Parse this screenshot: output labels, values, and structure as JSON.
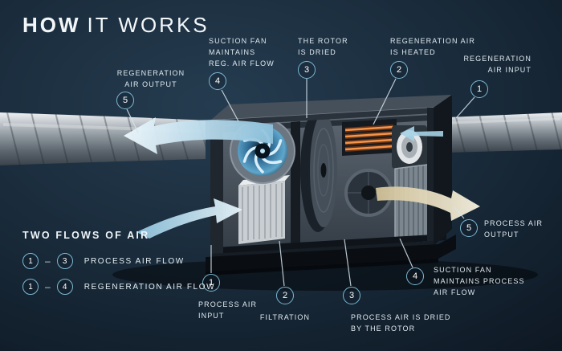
{
  "title": {
    "bold": "HOW",
    "rest": "IT WORKS"
  },
  "top_callouts": [
    {
      "num": "5",
      "label": "REGENERATION\nAIR OUTPUT"
    },
    {
      "num": "4",
      "label": "SUCTION FAN\nMAINTAINS\nREG. AIR FLOW"
    },
    {
      "num": "3",
      "label": "THE ROTOR\nIS DRIED"
    },
    {
      "num": "2",
      "label": "REGENERATION AIR\nIS HEATED"
    },
    {
      "num": "1",
      "label": "REGENERATION\nAIR INPUT"
    }
  ],
  "bottom_callouts": [
    {
      "num": "1",
      "label": "PROCESS AIR\nINPUT"
    },
    {
      "num": "2",
      "label": "FILTRATION"
    },
    {
      "num": "3",
      "label": "PROCESS AIR IS DRIED\nBY THE ROTOR"
    },
    {
      "num": "4",
      "label": "SUCTION FAN\nMAINTAINS PROCESS\nAIR FLOW"
    },
    {
      "num": "5",
      "label": "PROCESS AIR\nOUTPUT"
    }
  ],
  "legend": {
    "title": "TWO FLOWS OF AIR",
    "separator": "–",
    "rows": [
      {
        "from": "1",
        "to": "3",
        "label": "PROCESS AIR FLOW"
      },
      {
        "from": "1",
        "to": "4",
        "label": "REGENERATION AIR FLOW"
      }
    ]
  },
  "colors": {
    "background": "#15222e",
    "accent": "#7db9d4",
    "text": "#eef3f6",
    "process_air": "#a9d6ea",
    "regeneration_air": "#ecdfbd",
    "heater_glow": "#ef8a3c"
  }
}
